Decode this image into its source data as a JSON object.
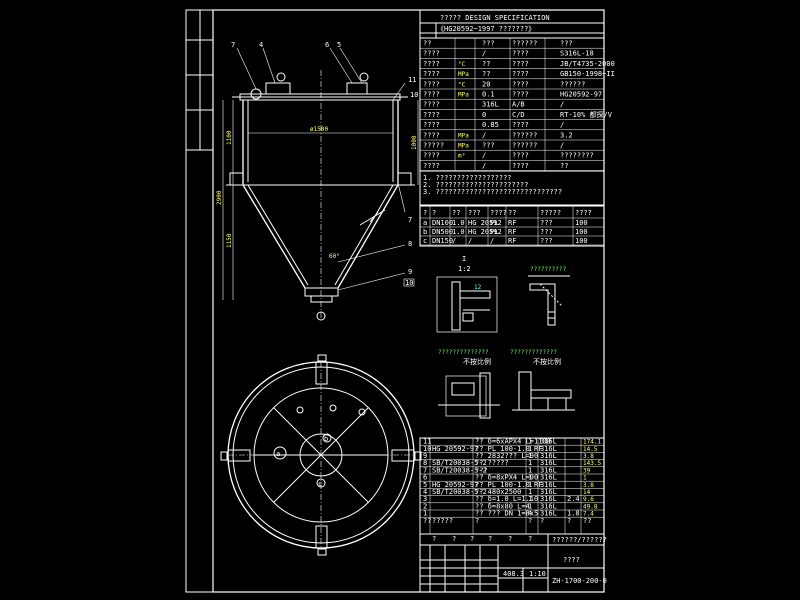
{
  "header": {
    "title": "?????   DESIGN  SPECIFICATION",
    "ref_line": "《HG20592~1997  ???????》"
  },
  "spec_rows": [
    {
      "key": "??",
      "unit": "",
      "value": "???",
      "key2": "??????",
      "value2": "???"
    },
    {
      "key": "????",
      "unit": "",
      "value": "/",
      "key2": "????",
      "value2": "S316L-18"
    },
    {
      "key": "????",
      "unit": "°C",
      "value": "??",
      "key2": "????",
      "value2": "JB/T4735-2000"
    },
    {
      "key": "????",
      "unit": "MPa",
      "value": "??",
      "key2": "????",
      "value2": "GB150-1998~II"
    },
    {
      "key": "????",
      "unit": "°C",
      "value": "20",
      "key2": "????",
      "value2": "??????"
    },
    {
      "key": "????",
      "unit": "MPa",
      "value": "0.1",
      "key2": "????",
      "value2": "HG20592-97"
    },
    {
      "key": "????",
      "unit": "",
      "value": "316L",
      "key2": "A/B",
      "value2": "/"
    },
    {
      "key": "????",
      "unit": "",
      "value": "0",
      "key2": "C/D",
      "value2": "RT-10% 都探/V"
    },
    {
      "key": "????",
      "unit": "",
      "value": "0.85",
      "key2": "????",
      "value2": "/"
    },
    {
      "key": "????",
      "unit": "MPa",
      "value": "/",
      "key2": "??????",
      "value2": "3.2"
    },
    {
      "key": "?????",
      "unit": "MPa",
      "value": "???",
      "key2": "??????",
      "value2": "/"
    },
    {
      "key": "????",
      "unit": "m³",
      "value": "/",
      "key2": "????",
      "value2": "????????"
    },
    {
      "key": "????",
      "unit": "",
      "value": "/",
      "key2": "????",
      "value2": "??"
    }
  ],
  "notes": [
    "1. ??????????????????",
    "2. ??????????????????????",
    "3. ??????????????????????????????"
  ],
  "nozzle_table": {
    "headers": [
      "?",
      "?",
      "??",
      "???",
      "????",
      "??",
      "?????",
      "????"
    ],
    "rows": [
      [
        "a",
        "DN100",
        "1.0",
        "HG 20592",
        "PL",
        "RF",
        "???",
        "100"
      ],
      [
        "b",
        "DN500",
        "1.0",
        "HG 20592",
        "PL",
        "RF",
        "???",
        "100"
      ],
      [
        "c",
        "DN150",
        "/",
        "/",
        "/",
        "RF",
        "???",
        "100"
      ]
    ]
  },
  "detail_labels": {
    "section_mark": "I",
    "scale": "1:2",
    "detail_a": "??????????",
    "detail_b": "??????????????",
    "detail_c": "?????????????",
    "not_proportional_1": "不按比例",
    "not_proportional_2": "不按比例"
  },
  "bom_rows": [
    [
      "11",
      "",
      "?? δ=6xAPX4  L=1100",
      "1",
      "316L",
      "",
      "174.1"
    ],
    [
      "10",
      "HG 20592-97",
      "?? PL 100-1.0 RF",
      "1",
      "316L",
      "",
      "14.5"
    ],
    [
      "9",
      "",
      "?? 2832???  L=90",
      "1",
      "316L",
      "",
      "3.8"
    ],
    [
      "8",
      "SB/T20038-5-2",
      "?? ?????",
      "1",
      "316L",
      "",
      "143.5"
    ],
    [
      "7",
      "SB/T20038-5-2",
      "???",
      "1",
      "316L",
      "",
      "39"
    ],
    [
      "6",
      "",
      "?? δ=8xPX4  L=90",
      "1",
      "316L",
      "",
      "1"
    ],
    [
      "5",
      "HG 20592-97",
      "?? PL 100-1.0 RF",
      "1",
      "316L",
      "",
      "3.8"
    ],
    [
      "4",
      "SB/T20038-5-2",
      "?? 480x2500",
      "1",
      "316L",
      "",
      "14"
    ],
    [
      "3",
      "",
      "?? δ=1.0 L=1.10",
      "1",
      "316L",
      "2.4",
      "9.6"
    ],
    [
      "2",
      "",
      "?? δ=8x80  L=4",
      "1",
      "316L",
      "",
      "49.8"
    ],
    [
      "1",
      "",
      "?? ??? DN 1=8x5",
      "4",
      "316L",
      "1.8",
      "7.4"
    ]
  ],
  "bom_header": [
    "??",
    "?????",
    "?",
    "?",
    "?",
    "?",
    "??"
  ],
  "title_block": {
    "project": "??????/??????",
    "drawing_name": "????",
    "drawing_number": "ZH-1700-200-0",
    "weight": "408.3",
    "scale": "1:10",
    "grid_marks": [
      "?",
      "?",
      "?",
      "?",
      "?",
      "?"
    ]
  },
  "elevation_labels": {
    "parts": [
      "7",
      "4",
      "6",
      "5",
      "11",
      "10",
      "7",
      "8",
      "9",
      "10"
    ],
    "diameter": "ø1500",
    "dim_upper": "1100",
    "dim_total": "2900",
    "dim_lower": "1150",
    "dim_side": "1000",
    "dim_cone": "60°"
  },
  "nozzle_marks": [
    "a",
    "b",
    "c"
  ],
  "colors": {
    "background": "#000000",
    "frame": "#ffffff",
    "text_yellow": "#ffff66",
    "text_cyan": "#66ffff",
    "text_green": "#66ff66",
    "accent_red": "#ff4040"
  }
}
